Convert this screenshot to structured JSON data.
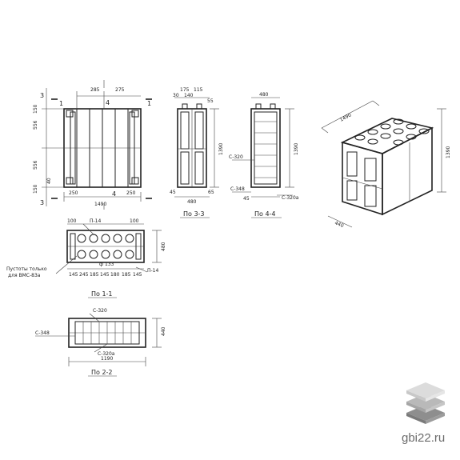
{
  "drawing": {
    "top_view": {
      "dims": [
        "285",
        "275",
        "1490",
        "250",
        "250",
        "4",
        "4",
        "556",
        "556",
        "150",
        "150",
        "3",
        "3",
        "1",
        "1",
        "40"
      ]
    },
    "section_3_3": {
      "caption": "По 3-3",
      "dims": [
        "175",
        "115",
        "140",
        "30",
        "1390",
        "45",
        "480",
        "65",
        "55"
      ]
    },
    "section_4_4": {
      "caption": "По 4-4",
      "dims": [
        "480",
        "1390",
        "С-320",
        "С-348",
        "С-320а",
        "45"
      ]
    },
    "isometric": {
      "dims": [
        "1490",
        "1390",
        "440"
      ]
    },
    "section_1_1": {
      "caption": "По 1-1",
      "dims": [
        "100",
        "П-14",
        "480",
        "100",
        "П-14",
        "ф 133"
      ],
      "bottom_dims": [
        "145",
        "245",
        "185",
        "145",
        "180",
        "185",
        "145"
      ],
      "note_line1": "Пустоты только",
      "note_line2": "для ВМС-83а"
    },
    "section_2_2": {
      "caption": "По 2-2",
      "dims": [
        "С-320",
        "С-348",
        "С-320а",
        "440",
        "1190"
      ]
    }
  },
  "watermark": {
    "site": "gbi22.ru",
    "colors": {
      "top": "#dcdcdc",
      "middle": "#b9b9b9",
      "bottom": "#8e8e8e"
    }
  }
}
